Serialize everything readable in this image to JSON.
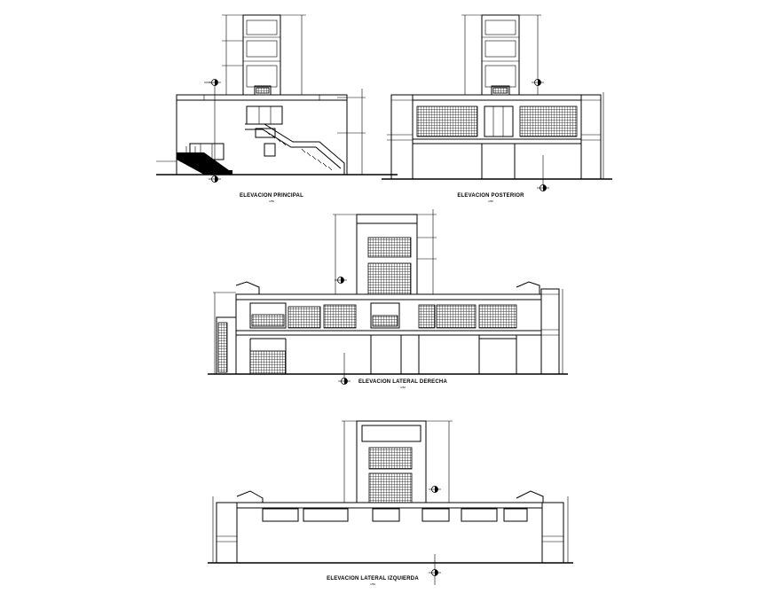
{
  "drawing": {
    "elevations": [
      {
        "id": "principal",
        "title": "ELEVACION PRINCIPAL",
        "scale": "1/50"
      },
      {
        "id": "posterior",
        "title": "ELEVACION POSTERIOR",
        "scale": "1/50"
      },
      {
        "id": "lateral-derecha",
        "title": "ELEVACION LATERAL DERECHA",
        "scale": "1/50"
      },
      {
        "id": "lateral-izquierda",
        "title": "ELEVACION LATERAL IZQUIERDA",
        "scale": "1/50"
      }
    ]
  }
}
